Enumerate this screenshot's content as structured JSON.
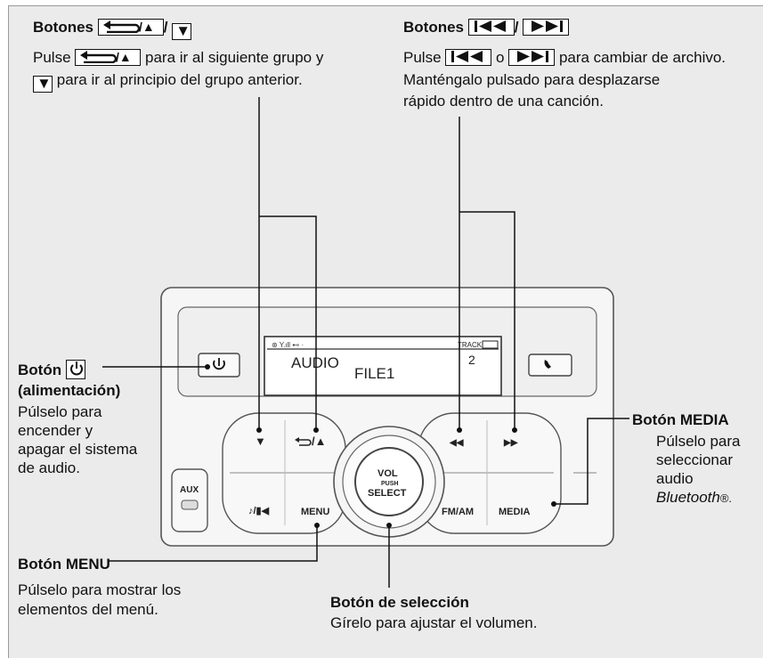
{
  "labels": {
    "back_up_title": "Botones",
    "back_up_line1_pre": "Pulse",
    "back_up_line1_post": "para ir al siguiente grupo y",
    "back_up_line2": "para ir al principio del grupo anterior.",
    "skip_title": "Botones",
    "skip_line1_pre": "Pulse",
    "skip_line1_or": "o",
    "skip_line1_post": "para cambiar de archivo.",
    "skip_line2": "Manténgalo pulsado para desplazarse",
    "skip_line3": "rápido dentro de una canción.",
    "power_title": "Botón",
    "power_title2": "(alimentación)",
    "power_desc": [
      "Púlselo para",
      "encender y",
      "apagar el sistema",
      "de audio."
    ],
    "media_title": "Botón MEDIA",
    "media_desc": [
      "Púlselo para",
      "seleccionar",
      "audio"
    ],
    "media_bt": "Bluetooth",
    "media_reg": "®.",
    "menu_title": "Botón MENU",
    "menu_desc": [
      "Púlselo para mostrar los",
      "elementos del menú."
    ],
    "select_title": "Botón de selección",
    "select_desc": "Gírelo para ajustar el volumen.",
    "slash": "/"
  },
  "device": {
    "display": {
      "line1": "AUDIO",
      "line2": "FILE1",
      "track_label": "TRACK",
      "track_number": "2"
    },
    "buttons": {
      "aux": "AUX",
      "menu": "MENU",
      "fm_am": "FM/AM",
      "media": "MEDIA",
      "vol": "VOL",
      "push": "PUSH",
      "select": "SELECT",
      "back_up": "/▲",
      "down": "▼",
      "prev": "◀◀",
      "next": "▶▶",
      "play": "♪/▮◀"
    }
  },
  "colors": {
    "panel_bg": "#ebebeb",
    "text": "#111111",
    "device_face": "#f4f4f4"
  }
}
